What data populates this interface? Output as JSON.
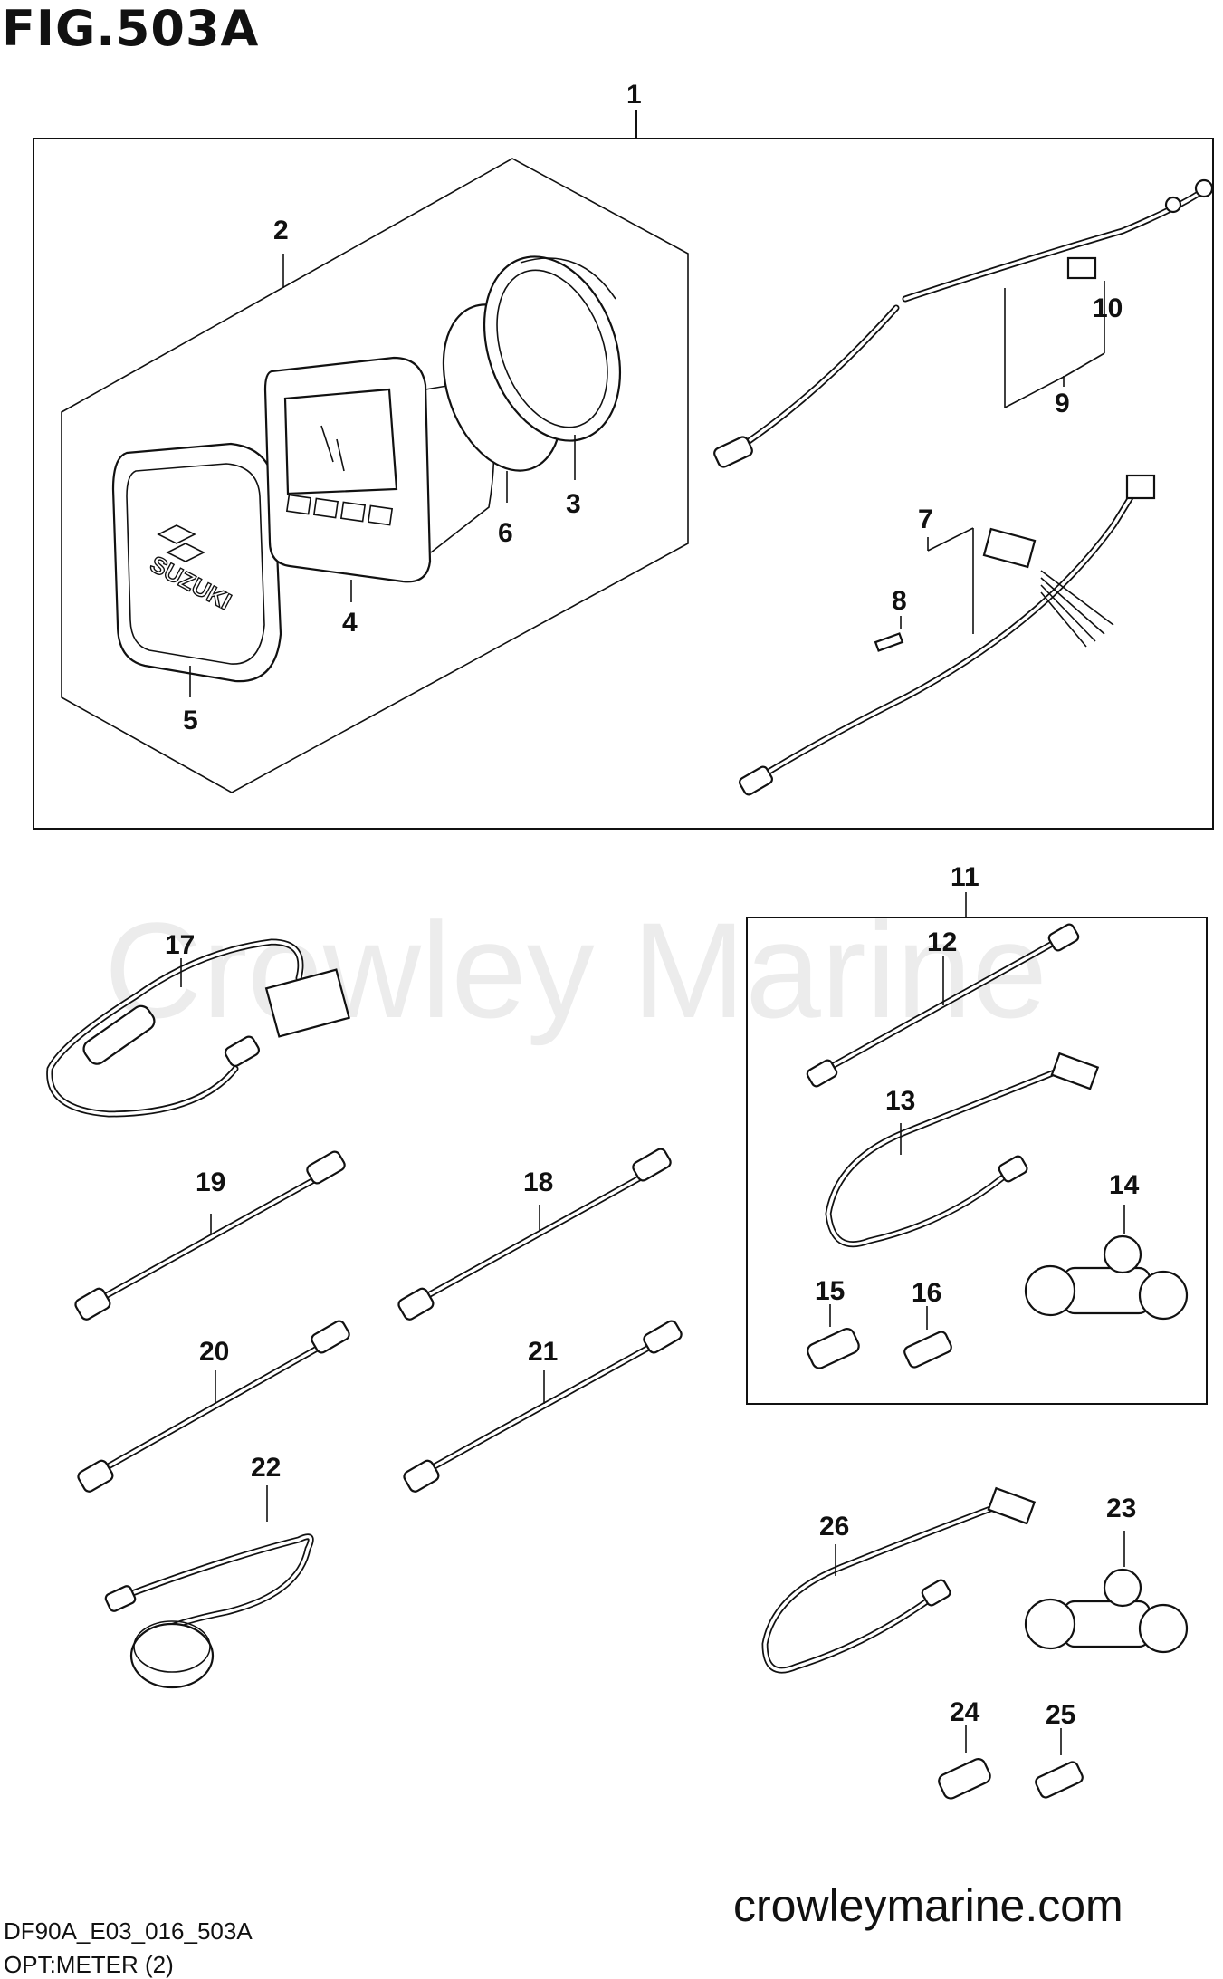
{
  "figure": {
    "title": "FIG.503A",
    "footer_code": "DF90A_E03_016_503A",
    "footer_caption": "OPT:METER (2)",
    "watermark": "Crowley Marine",
    "website": "crowleymarine.com",
    "gauge_logo": "SUZUKI"
  },
  "callouts": [
    "1",
    "2",
    "3",
    "4",
    "5",
    "6",
    "7",
    "8",
    "9",
    "10",
    "11",
    "12",
    "13",
    "14",
    "15",
    "16",
    "17",
    "18",
    "19",
    "20",
    "21",
    "22",
    "23",
    "24",
    "25",
    "26"
  ]
}
